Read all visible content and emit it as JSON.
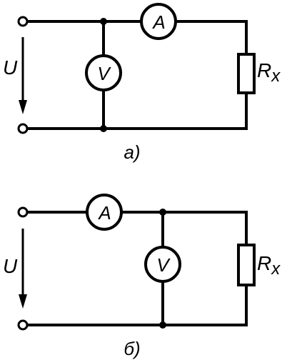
{
  "circuit_a": {
    "source_label": "U",
    "ammeter_label": "A",
    "voltmeter_label": "V",
    "resistor_label": "R",
    "resistor_subscript": "x",
    "caption": "а)"
  },
  "circuit_b": {
    "source_label": "U",
    "ammeter_label": "A",
    "voltmeter_label": "V",
    "resistor_label": "R",
    "resistor_subscript": "x",
    "caption": "б)"
  }
}
